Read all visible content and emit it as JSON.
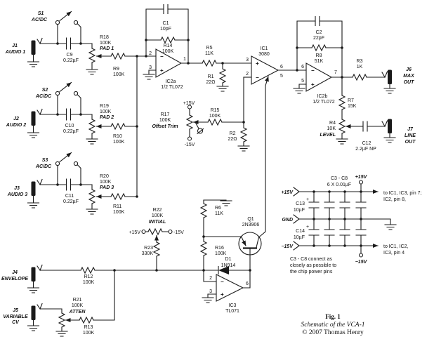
{
  "ch1": {
    "s": "S1",
    "mode": "AC/DC",
    "j": "J1",
    "jname": "AUDIO 1",
    "c": "C9",
    "cv": "0.22µF",
    "pot": "R18",
    "potv": "100K",
    "pad": "PAD 1",
    "r": "R9",
    "rv": "100K"
  },
  "ch2": {
    "s": "S2",
    "mode": "AC/DC",
    "j": "J2",
    "jname": "AUDIO 2",
    "c": "C10",
    "cv": "0.22µF",
    "pot": "R19",
    "potv": "100K",
    "pad": "PAD 2",
    "r": "R10",
    "rv": "100K"
  },
  "ch3": {
    "s": "S3",
    "mode": "AC/DC",
    "j": "J3",
    "jname": "AUDIO 3",
    "c": "C11",
    "cv": "0.22µF",
    "pot": "R20",
    "potv": "100K",
    "pad": "PAD 3",
    "r": "R11",
    "rv": "100K"
  },
  "fba": {
    "c": "C1",
    "cv": "10pF",
    "r": "R14",
    "rv": "100K"
  },
  "ic2a": {
    "name": "IC2a",
    "type": "1/2 TL072",
    "pin_inv": "2",
    "pin_ni": "3",
    "pin_out": "1",
    "minus": "−",
    "plus": "+"
  },
  "r5": {
    "n": "R5",
    "v": "11K"
  },
  "r1": {
    "n": "R1",
    "v": "22Ω"
  },
  "ic1": {
    "name": "IC1",
    "type": "3080",
    "pin_ni": "3",
    "pin_inv": "2",
    "pin_out": "6",
    "pin_ctl": "5",
    "minus": "−",
    "plus": "+"
  },
  "trim": {
    "n": "R17",
    "v": "100K",
    "label": "Offset Trim",
    "vplus": "+15V",
    "vminus": "-15V"
  },
  "r15": {
    "n": "R15",
    "v": "100K"
  },
  "r2": {
    "n": "R2",
    "v": "22Ω"
  },
  "fbb": {
    "c": "C2",
    "cv": "22pF",
    "r": "R8",
    "rv": "51K"
  },
  "ic2b": {
    "name": "IC2b",
    "type": "1/2 TL072",
    "pin_inv": "6",
    "pin_ni": "5",
    "pin_out": "7",
    "minus": "−",
    "plus": "+"
  },
  "r3": {
    "n": "R3",
    "v": "1K"
  },
  "j6": {
    "n": "J6",
    "l1": "MAX",
    "l2": "OUT"
  },
  "r7": {
    "n": "R7",
    "v": "15K"
  },
  "r4": {
    "n": "R4",
    "v": "10K",
    "label": "LEVEL"
  },
  "c12": {
    "n": "C12",
    "v": "2.2µF NP"
  },
  "j7": {
    "n": "J7",
    "l1": "LINE",
    "l2": "OUT"
  },
  "init": {
    "n": "R22",
    "v": "100K",
    "label": "INITIAL",
    "vplus": "+15V",
    "vminus": "-15V"
  },
  "r23": {
    "n": "R23",
    "v": "330K"
  },
  "r6": {
    "n": "R6",
    "v": "11K"
  },
  "r16": {
    "n": "R16",
    "v": "100K"
  },
  "q1": {
    "n": "Q1",
    "type": "2N3906"
  },
  "d1": {
    "n": "D1",
    "type": "1N914"
  },
  "ic3": {
    "name": "IC3",
    "type": "TL071",
    "pin_inv": "2",
    "pin_ni": "3",
    "pin_out": "6",
    "minus": "−",
    "plus": "+"
  },
  "j4": {
    "n": "J4",
    "label": "ENVELOPE"
  },
  "r12": {
    "n": "R12",
    "v": "100K"
  },
  "j5": {
    "n": "J5",
    "l1": "VARIABLE",
    "l2": "CV"
  },
  "r21": {
    "n": "R21",
    "v": "100K",
    "label": "ATTEN"
  },
  "r13": {
    "n": "R13",
    "v": "100K"
  },
  "power": {
    "group": "C3 - C8",
    "groupv": "6 X 0.01µF",
    "top": "+15V",
    "bottom": "−15V",
    "rail_p": "+15V",
    "rail_g": "GND",
    "rail_m": "−15V",
    "c13": "C13",
    "c13v": "10µF",
    "plus_a": "+",
    "c14": "C14",
    "c14v": "10µF",
    "plus_b": "+",
    "dest1a": "to IC1, IC3, pin 7;",
    "dest1b": "IC2, pin 8,",
    "dest2a": "to IC1, IC2,",
    "dest2b": "IC3, pin 4",
    "note1": "C3 - C8 connect as",
    "note2": "closely as possible to",
    "note3": "the chip power pins"
  },
  "caption": {
    "fig": "Fig. 1",
    "title": "Schematic of the VCA-1",
    "copyright": "© 2007 Thomas Henry"
  }
}
